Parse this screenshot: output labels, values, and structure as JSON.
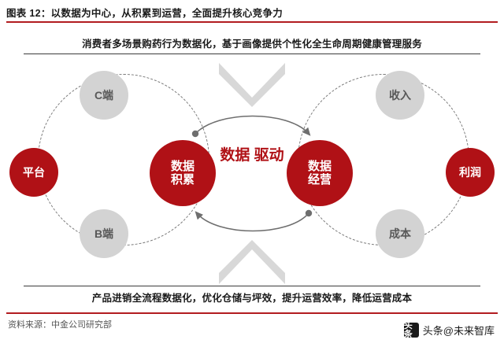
{
  "header": {
    "title": "图表 12：以数据为中心，从积累到运营，全面提升核心竞争力"
  },
  "banners": {
    "top": "消费者多场景购药行为数据化，基于画像提供个性化全生命周期健康管理服务",
    "bottom": "产品进销全流程数据化，优化仓储与坪效，提升运营效率，降低运营成本"
  },
  "nodes": {
    "platform": "平台",
    "c_end": "C端",
    "b_end": "B端",
    "data_accumulation_line1": "数据",
    "data_accumulation_line2": "积累",
    "center_line1": "数据",
    "center_line2": "驱动",
    "data_operation_line1": "数据",
    "data_operation_line2": "经营",
    "income": "收入",
    "cost": "成本",
    "profit": "利润"
  },
  "footer": {
    "source": "资料来源：中金公司研究部",
    "watermark_logo": "头条",
    "watermark_text": "头条@未来智库"
  },
  "colors": {
    "brand_red": "#b01116",
    "rule_red": "#b21c20",
    "gray_node": "#d3d3d3",
    "gray_text": "#585858",
    "chevron_gray": "#d8d8d8",
    "dashed_line": "#7a7a7a"
  }
}
